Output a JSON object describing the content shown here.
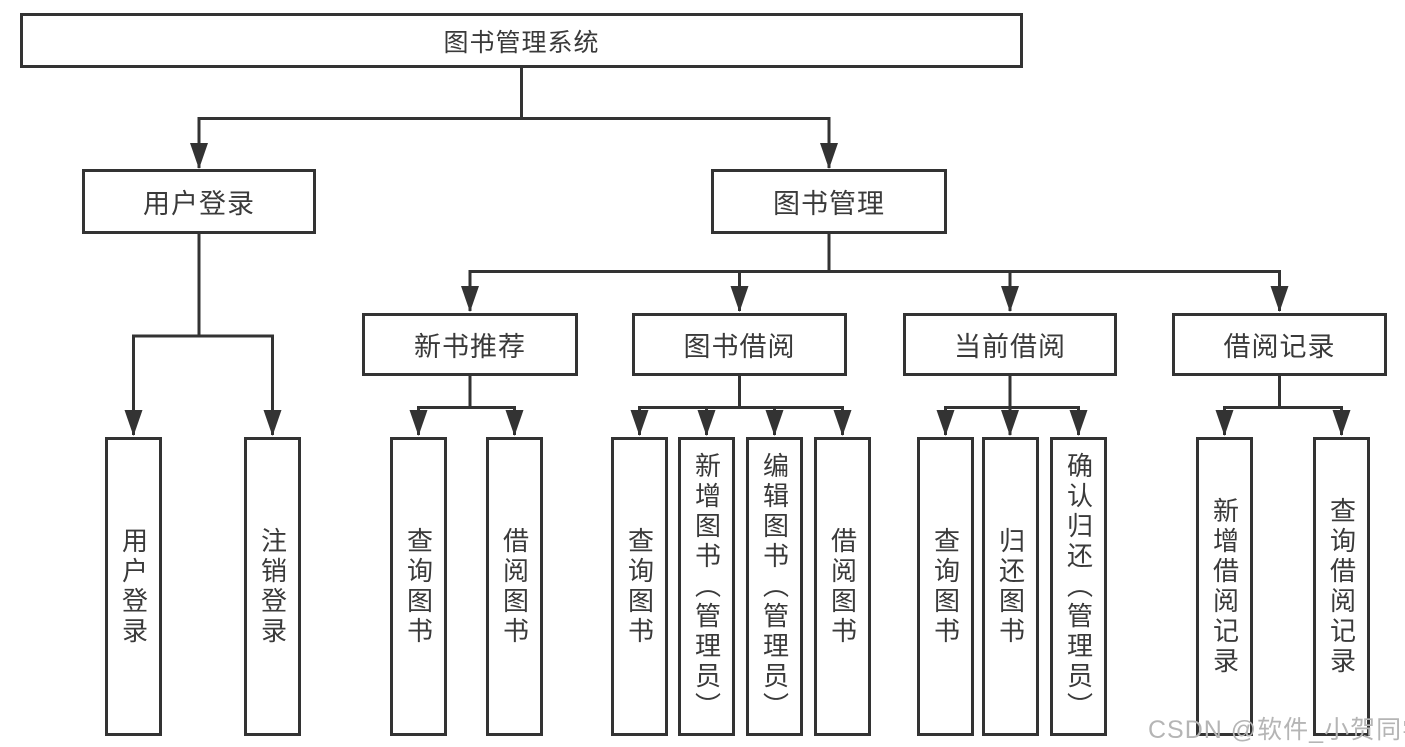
{
  "tree": {
    "root": {
      "label": "图书管理系统",
      "children": [
        {
          "label": "用户登录",
          "children": [
            {
              "label": "用户登录"
            },
            {
              "label": "注销登录"
            }
          ]
        },
        {
          "label": "图书管理",
          "children": [
            {
              "label": "新书推荐",
              "children": [
                {
                  "label": "查询图书"
                },
                {
                  "label": "借阅图书"
                }
              ]
            },
            {
              "label": "图书借阅",
              "children": [
                {
                  "label": "查询图书"
                },
                {
                  "label": "新增图书（管理员）"
                },
                {
                  "label": "编辑图书（管理员）"
                },
                {
                  "label": "借阅图书"
                }
              ]
            },
            {
              "label": "当前借阅",
              "children": [
                {
                  "label": "查询图书"
                },
                {
                  "label": "归还图书"
                },
                {
                  "label": "确认归还（管理员）"
                }
              ]
            },
            {
              "label": "借阅记录",
              "children": [
                {
                  "label": "新增借阅记录"
                },
                {
                  "label": "查询借阅记录"
                }
              ]
            }
          ]
        }
      ]
    }
  },
  "watermark": {
    "text": "CSDN @软件_小贺同学"
  },
  "colors": {
    "line": "#333333",
    "text": "#3a3a3a",
    "background": "#ffffff",
    "watermark": "#b5b5b5"
  }
}
